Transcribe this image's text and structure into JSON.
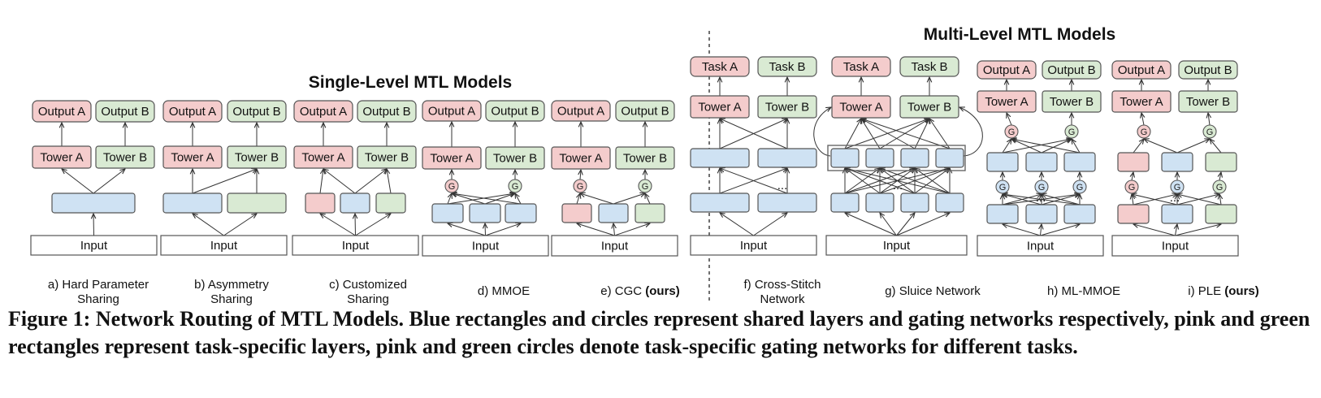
{
  "sections": {
    "single_title": "Single-Level MTL Models",
    "multi_title": "Multi-Level MTL Models"
  },
  "labels": {
    "output_a": "Output A",
    "output_b": "Output B",
    "tower_a": "Tower A",
    "tower_b": "Tower B",
    "task_a": "Task A",
    "task_b": "Task B",
    "input": "Input",
    "gate": "G",
    "dots": "..."
  },
  "model_captions": {
    "a_line1": "a) Hard Parameter",
    "a_line2": "Sharing",
    "b_line1": "b) Asymmetry",
    "b_line2": "Sharing",
    "c_line1": "c) Customized",
    "c_line2": "Sharing",
    "d": "d) MMOE",
    "e_prefix": "e) CGC",
    "e_bold": "(ours)",
    "f_line1": "f) Cross-Stitch",
    "f_line2": "Network",
    "g": "g) Sluice Network",
    "h": "h) ML-MMOE",
    "i_prefix": "i) PLE",
    "i_bold": "(ours)"
  },
  "figure_caption": "Figure 1: Network Routing of MTL Models. Blue rectangles and circles represent shared layers and gating networks respectively, pink and green rectangles represent task-specific layers, pink and green circles denote task-specific gating networks for different tasks.",
  "colors": {
    "shared": "#cfe2f3",
    "task_a": "#f4cccc",
    "task_b": "#d9ead3",
    "border": "#555555",
    "input_fill": "#ffffff"
  }
}
